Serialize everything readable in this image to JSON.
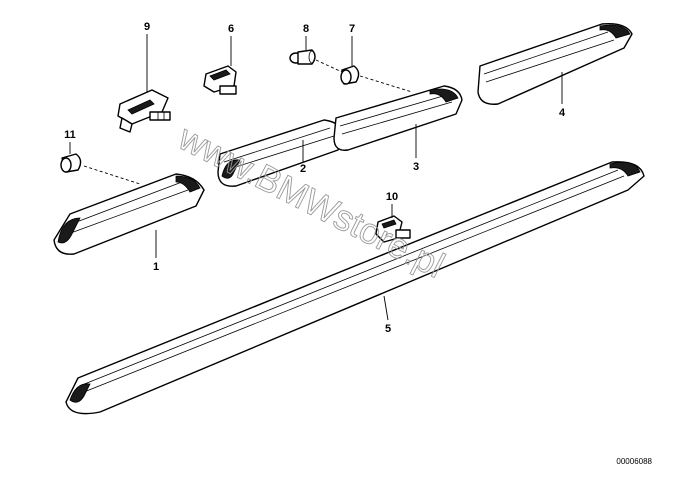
{
  "callouts": [
    {
      "id": "1",
      "label": "1"
    },
    {
      "id": "2",
      "label": "2"
    },
    {
      "id": "3",
      "label": "3"
    },
    {
      "id": "4",
      "label": "4"
    },
    {
      "id": "5",
      "label": "5"
    },
    {
      "id": "6",
      "label": "6"
    },
    {
      "id": "7",
      "label": "7"
    },
    {
      "id": "8",
      "label": "8"
    },
    {
      "id": "9",
      "label": "9"
    },
    {
      "id": "10",
      "label": "10"
    },
    {
      "id": "11",
      "label": "11"
    }
  ],
  "watermark": "www.BMWstore.pl",
  "reference_code": "00006088"
}
